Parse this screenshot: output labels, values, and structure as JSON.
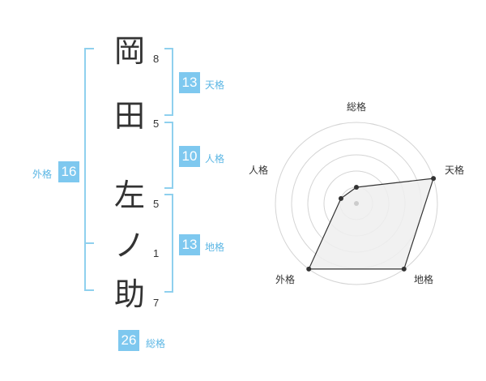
{
  "name": {
    "chars": [
      "岡",
      "田",
      "左",
      "ノ",
      "助"
    ],
    "strokes": [
      "8",
      "5",
      "5",
      "1",
      "7"
    ]
  },
  "kaku": {
    "tenkaku": {
      "value": "13",
      "label": "天格"
    },
    "jinkaku": {
      "value": "10",
      "label": "人格"
    },
    "chikaku": {
      "value": "13",
      "label": "地格"
    },
    "gaikaku": {
      "value": "16",
      "label": "外格"
    },
    "soukaku": {
      "value": "26",
      "label": "総格"
    }
  },
  "chart_data": {
    "type": "radar",
    "axes": [
      "総格",
      "天格",
      "地格",
      "外格",
      "人格"
    ],
    "values": [
      1,
      5,
      5,
      5,
      1
    ],
    "max": 5,
    "grid": "concentric circles",
    "fill": "#eeeeee",
    "line": "#333333"
  },
  "colors": {
    "accent": "#7ec8ef",
    "bracket": "#8fd0ee"
  }
}
